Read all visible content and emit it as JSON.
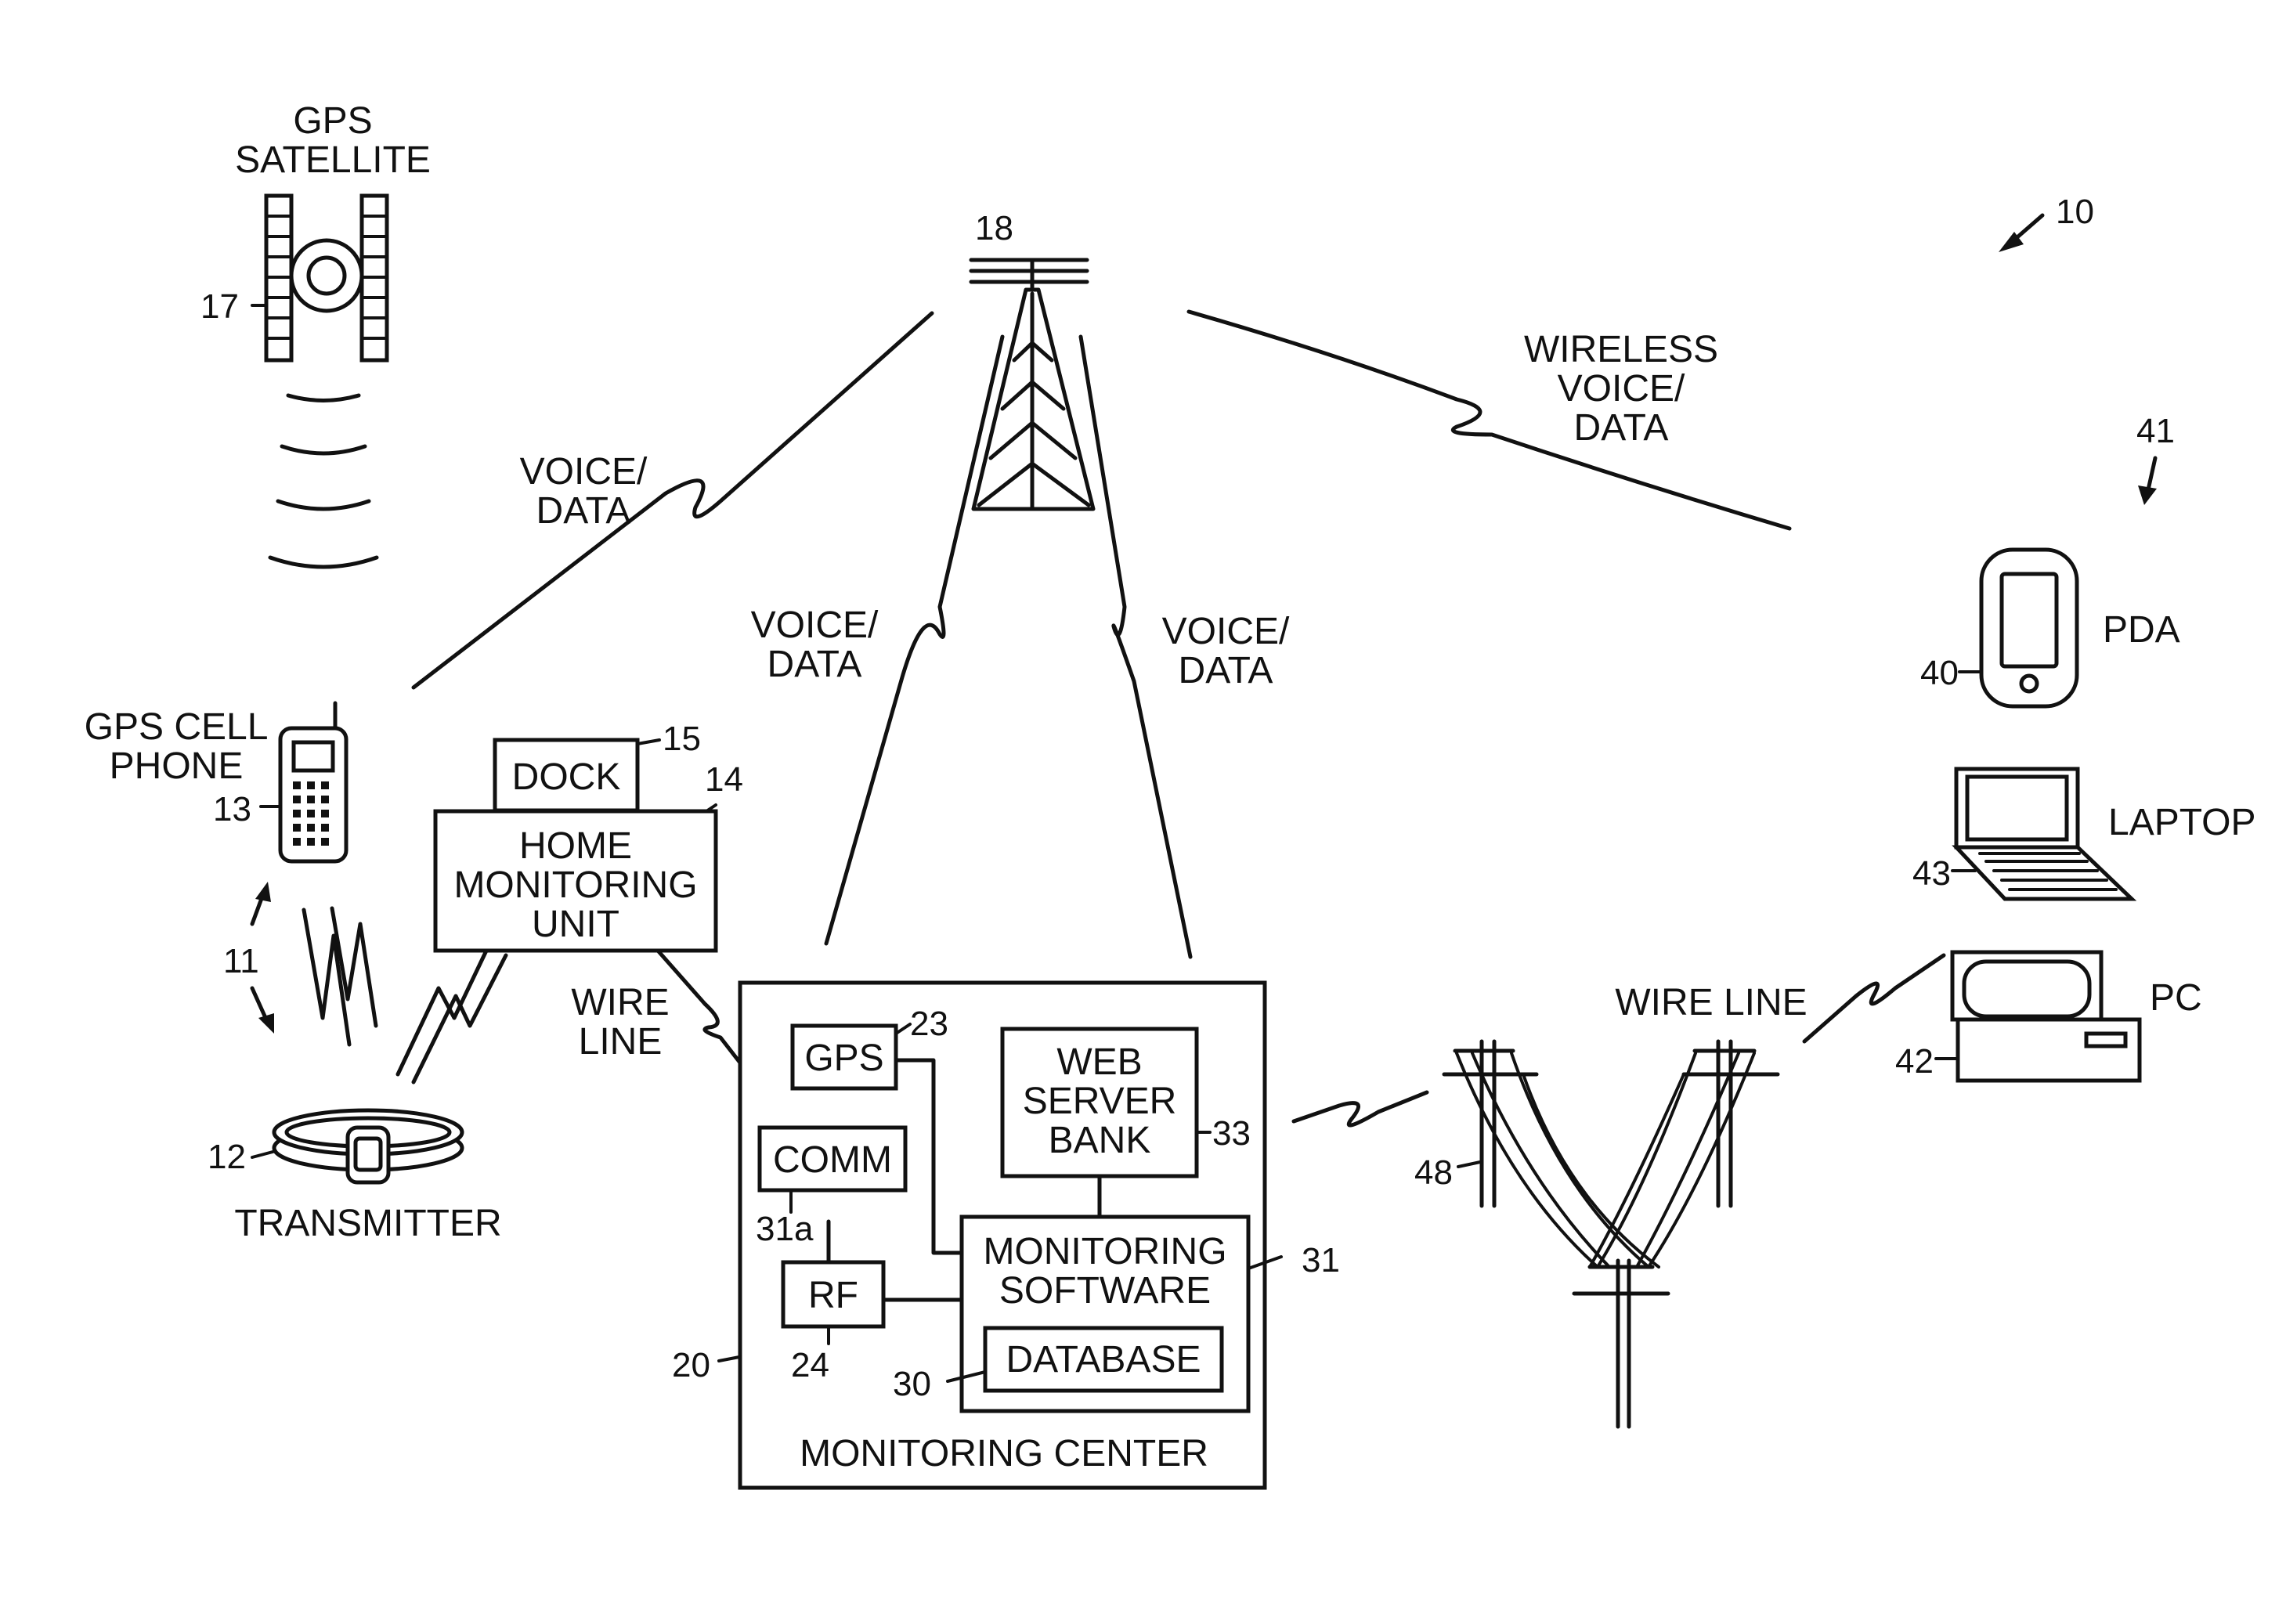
{
  "diagram": {
    "ref_number": "10",
    "gps_satellite": {
      "line1": "GPS",
      "line2": "SATELLITE",
      "ref": "17"
    },
    "tower": {
      "ref": "18"
    },
    "voice_data_left": {
      "line1": "VOICE/",
      "line2": "DATA"
    },
    "voice_data_mid_left": {
      "line1": "VOICE/",
      "line2": "DATA"
    },
    "voice_data_mid_right": {
      "line1": "VOICE/",
      "line2": "DATA"
    },
    "wireless_voice_data": {
      "line1": "WIRELESS",
      "line2": "VOICE/",
      "line3": "DATA"
    },
    "group_41_ref": "41",
    "pda": {
      "label": "PDA",
      "ref": "40"
    },
    "laptop": {
      "label": "LAPTOP",
      "ref": "43"
    },
    "pc": {
      "label": "PC",
      "ref": "42"
    },
    "gps_cell_phone": {
      "line1": "GPS CELL",
      "line2": "PHONE",
      "ref": "13"
    },
    "dock": {
      "label": "DOCK",
      "ref": "15"
    },
    "home_monitoring_unit": {
      "line1": "HOME",
      "line2": "MONITORING",
      "line3": "UNIT",
      "ref": "14"
    },
    "link_11_ref": "11",
    "transmitter": {
      "label": "TRANSMITTER",
      "ref": "12"
    },
    "wire_line_left": {
      "line1": "WIRE",
      "line2": "LINE"
    },
    "wire_line_right": {
      "label": "WIRE LINE"
    },
    "poles_ref": "48",
    "monitoring_center": {
      "label": "MONITORING CENTER",
      "ref": "20",
      "gps": {
        "label": "GPS",
        "ref": "23"
      },
      "comm": {
        "label": "COMM",
        "ref": "31a"
      },
      "rf": {
        "label": "RF",
        "ref": "24"
      },
      "web_server_bank": {
        "line1": "WEB",
        "line2": "SERVER",
        "line3": "BANK",
        "ref": "33"
      },
      "monitoring_software": {
        "line1": "MONITORING",
        "line2": "SOFTWARE",
        "ref": "31"
      },
      "database": {
        "label": "DATABASE",
        "ref": "30"
      }
    }
  }
}
